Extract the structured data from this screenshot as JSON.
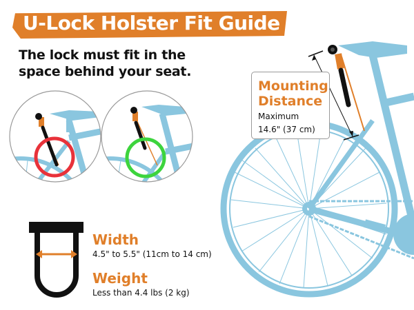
{
  "header": {
    "title": "U-Lock Holster Fit Guide"
  },
  "intro": {
    "line1": "The lock must fit in the",
    "line2": "space behind your seat."
  },
  "examples": [
    {
      "name": "bad-fit",
      "indicator_color": "#e8323a",
      "meaning": "lock too long"
    },
    {
      "name": "good-fit",
      "indicator_color": "#3dd43d",
      "meaning": "lock fits"
    }
  ],
  "mounting": {
    "title_line1": "Mounting",
    "title_line2": "Distance",
    "label": "Maximum",
    "value": "14.6\"  (37 cm)"
  },
  "specs": {
    "width": {
      "heading": "Width",
      "value": "4.5\" to 5.5\"  (11cm to 14 cm)"
    },
    "weight": {
      "heading": "Weight",
      "value": "Less than 4.4 lbs (2 kg)"
    }
  },
  "colors": {
    "accent": "#e07f2a",
    "bike": "#8ac6df",
    "lock": "#111111"
  }
}
